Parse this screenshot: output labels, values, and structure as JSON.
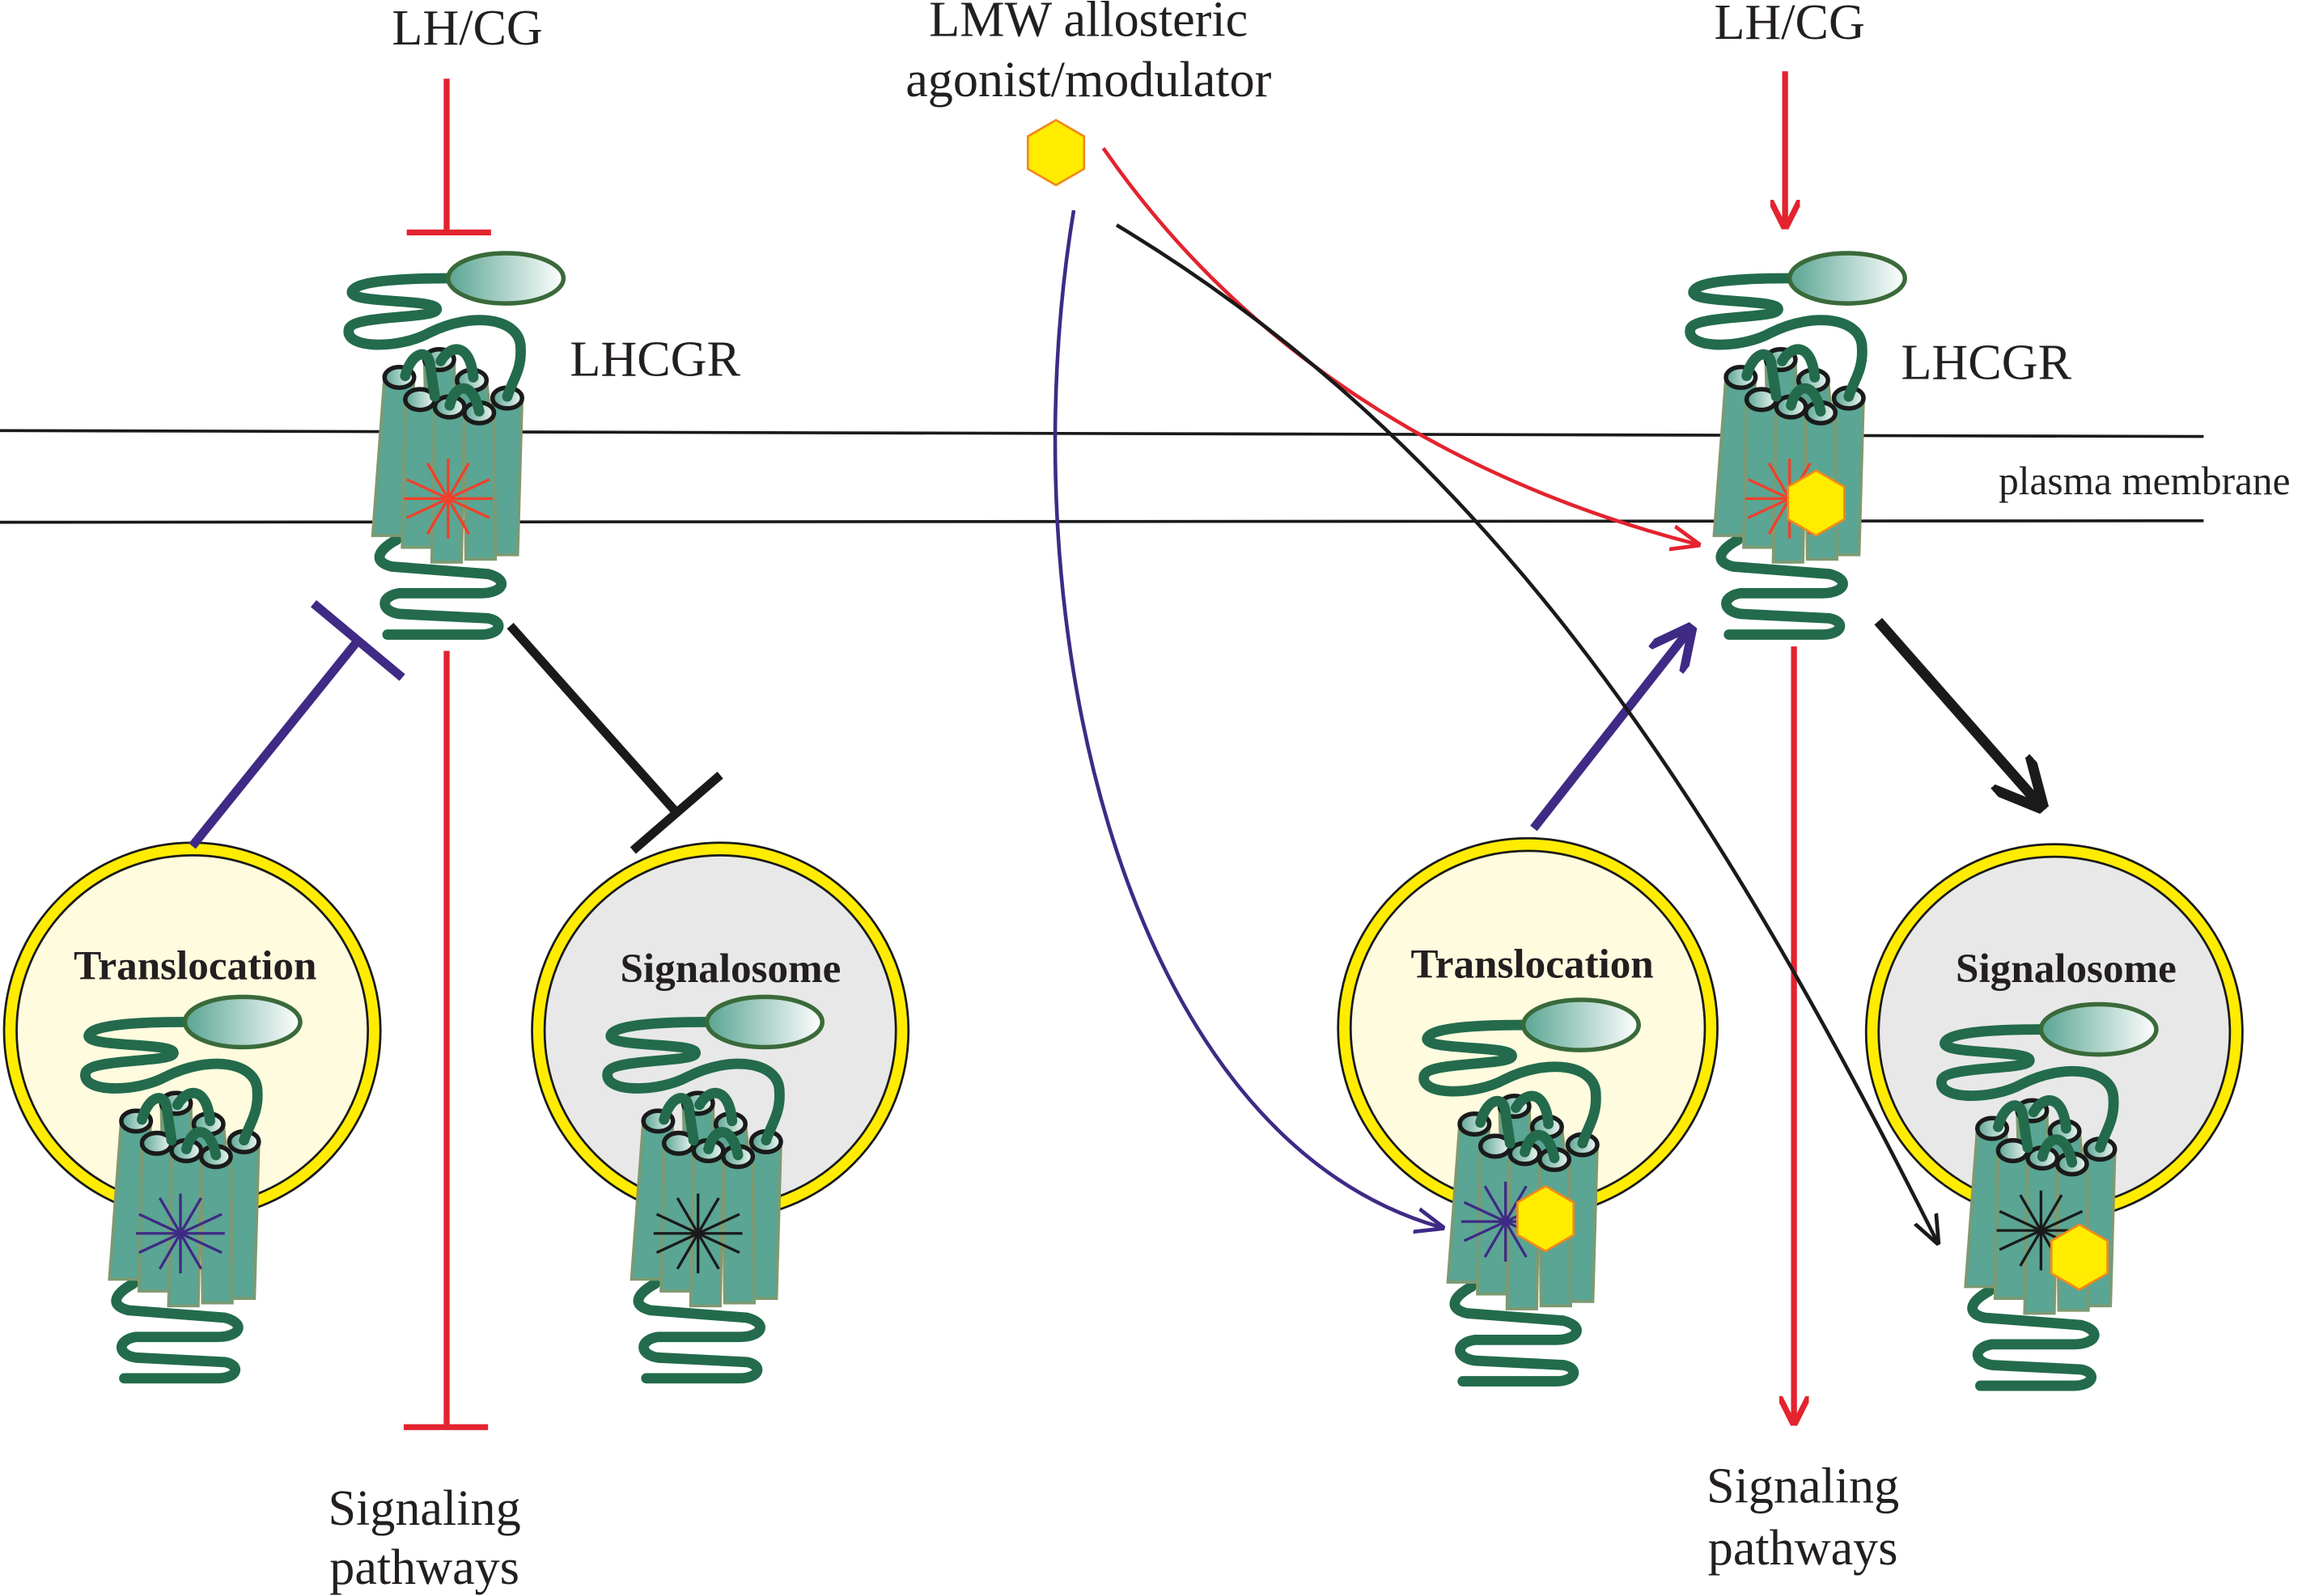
{
  "labels": {
    "ligand_left": "LH/CG",
    "ligand_right": "LH/CG",
    "modulator_line1": "LMW allosteric",
    "modulator_line2": "agonist/modulator",
    "receptor_left": "LHCGR",
    "receptor_right": "LHCGR",
    "membrane": "plasma membrane",
    "translocation_left": "Translocation",
    "signalosome_left": "Signalosome",
    "translocation_right": "Translocation",
    "signalosome_right": "Signalosome",
    "signaling_left_line1": "Signaling",
    "signaling_left_line2": "pathways",
    "signaling_right_line1": "Signaling",
    "signaling_right_line2": "pathways"
  },
  "colors": {
    "receptor_loop": "#236b4c",
    "helix": "#5aa593",
    "red_pathway": "#e3232f",
    "blue_pathway": "#3f2a85",
    "black_pathway": "#1a1a1a",
    "modulator": "#ffec00",
    "translocation_fill": "#fffbdf",
    "signalosome_fill": "#e8e8e8"
  }
}
